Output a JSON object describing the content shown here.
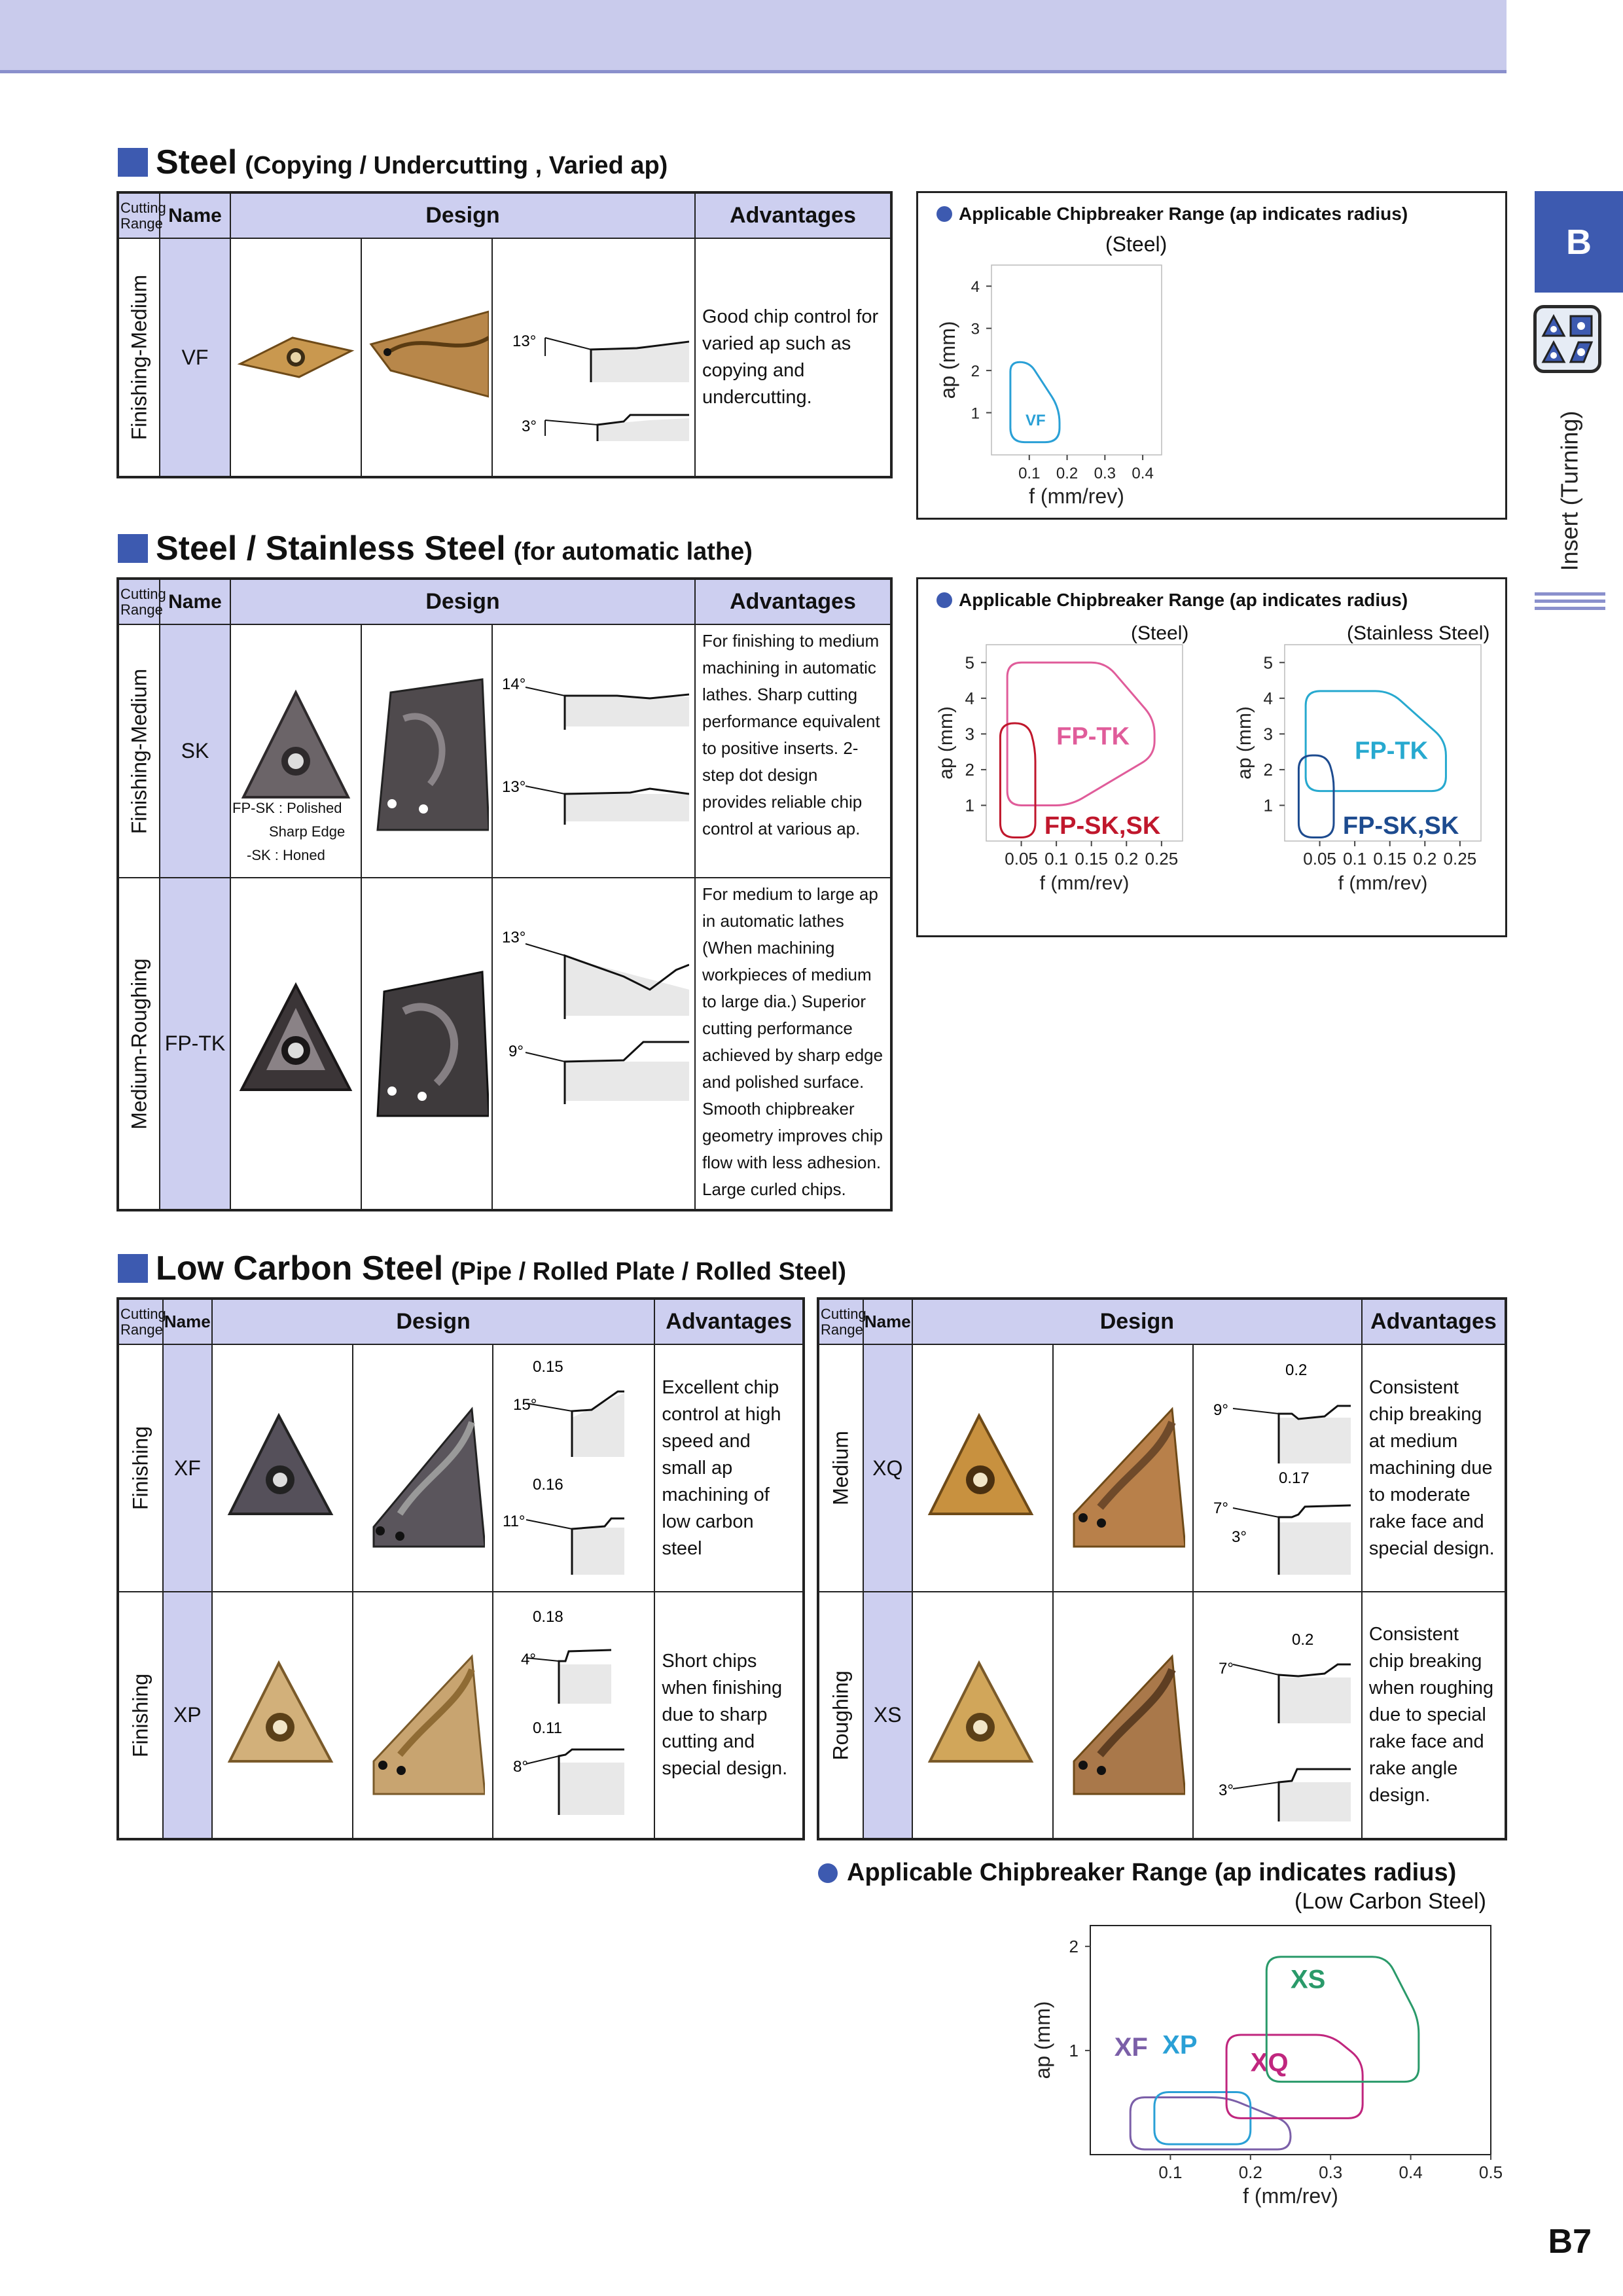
{
  "side_tab": {
    "letter": "B",
    "label": "Insert (Turning)",
    "icon": "insert-shapes-icon"
  },
  "headers": {
    "cutting_range": [
      "Cutting",
      "Range"
    ],
    "name": "Name",
    "design": "Design",
    "advantages": "Advantages"
  },
  "section1": {
    "title": "Steel",
    "subtitle": "(Copying / Undercutting , Varied ap)",
    "rows": [
      {
        "range": "Finishing-Medium",
        "name": "VF",
        "angles": [
          "13°",
          "3°"
        ],
        "advantages": "Good chip control for varied ap such as copying and undercutting."
      }
    ]
  },
  "section2": {
    "title": "Steel / Stainless Steel",
    "subtitle": "(for automatic lathe)",
    "rows": [
      {
        "range": "Finishing-Medium",
        "name": "SK",
        "angles": [
          "14°",
          "13°"
        ],
        "notes": [
          "FP-SK : Polished",
          "Sharp Edge",
          "-SK : Honed"
        ],
        "advantages": "For finishing to medium machining in automatic lathes. Sharp cutting performance equivalent to positive inserts. 2-step dot design provides reliable chip control at various ap."
      },
      {
        "range": "Medium-Roughing",
        "name": "FP-TK",
        "angles": [
          "13°",
          "9°"
        ],
        "advantages": "For medium to large ap in automatic lathes (When machining workpieces of medium to large dia.) Superior cutting performance achieved by sharp edge and polished surface. Smooth chipbreaker geometry improves chip flow with less adhesion. Large curled chips."
      }
    ]
  },
  "section3": {
    "title": "Low Carbon Steel",
    "subtitle": "(Pipe / Rolled Plate / Rolled Steel)",
    "left_rows": [
      {
        "range": "Finishing",
        "name": "XF",
        "dims": [
          "0.15",
          "0.16"
        ],
        "angles": [
          "15°",
          "11°"
        ],
        "advantages": "Excellent chip control at high speed and small ap machining of low carbon steel"
      },
      {
        "range": "Finishing",
        "name": "XP",
        "dims": [
          "0.18",
          "0.11"
        ],
        "angles": [
          "4°",
          "8°"
        ],
        "advantages": "Short chips when finishing due to sharp cutting and special design."
      }
    ],
    "right_rows": [
      {
        "range": "Medium",
        "name": "XQ",
        "dims": [
          "0.2",
          "0.17"
        ],
        "angles": [
          "9°",
          "7°",
          "3°"
        ],
        "advantages": "Consistent chip breaking at medium machining due to moderate rake face and special design."
      },
      {
        "range": "Roughing",
        "name": "XS",
        "dims": [
          "0.2"
        ],
        "angles": [
          "7°",
          "3°"
        ],
        "advantages": "Consistent chip breaking when roughing due to special rake face and rake angle design."
      }
    ]
  },
  "chart1": {
    "header": "Applicable Chipbreaker Range (ap indicates radius)",
    "material": "(Steel)"
  },
  "chart2": {
    "header": "Applicable Chipbreaker Range (ap indicates radius)",
    "materials": [
      "(Steel)",
      "(Stainless Steel)"
    ]
  },
  "chart3": {
    "header": "Applicable Chipbreaker Range (ap indicates radius)",
    "material": "(Low Carbon Steel)"
  },
  "chart_data": [
    {
      "type": "area",
      "title": "(Steel)",
      "xlabel": "f (mm/rev)",
      "ylabel": "ap (mm)",
      "xticks": [
        "0.1",
        "0.2",
        "0.3",
        "0.4"
      ],
      "yticks": [
        "1",
        "2",
        "3",
        "4"
      ],
      "xlim": [
        0,
        0.45
      ],
      "ylim": [
        0,
        4.5
      ],
      "series": [
        {
          "name": "VF",
          "color": "#2aa0d6",
          "polygon": [
            [
              0.05,
              2.2
            ],
            [
              0.1,
              2.2
            ],
            [
              0.18,
              1.1
            ],
            [
              0.18,
              0.3
            ],
            [
              0.05,
              0.3
            ]
          ],
          "label_at": [
            0.09,
            0.7
          ]
        }
      ]
    },
    {
      "type": "area",
      "title": "(Steel)",
      "xlabel": "f (mm/rev)",
      "ylabel": "ap (mm)",
      "xticks": [
        "0.05",
        "0.1",
        "0.15",
        "0.2",
        "0.25"
      ],
      "yticks": [
        "1",
        "2",
        "3",
        "4",
        "5"
      ],
      "xlim": [
        0,
        0.28
      ],
      "ylim": [
        0,
        5.5
      ],
      "series": [
        {
          "name": "FP-TK",
          "color": "#e05c9a",
          "polygon": [
            [
              0.03,
              5
            ],
            [
              0.17,
              5
            ],
            [
              0.24,
              3.4
            ],
            [
              0.24,
              2.4
            ],
            [
              0.12,
              1
            ],
            [
              0.03,
              1
            ]
          ],
          "label_at": [
            0.1,
            2.7
          ]
        },
        {
          "name": "FP-SK,SK",
          "color": "#c0172c",
          "polygon": [
            [
              0.02,
              3.3
            ],
            [
              0.06,
              3.3
            ],
            [
              0.07,
              2.6
            ],
            [
              0.07,
              0.1
            ],
            [
              0.02,
              0.1
            ]
          ],
          "label_at": [
            0.083,
            0.2
          ]
        }
      ]
    },
    {
      "type": "area",
      "title": "(Stainless Steel)",
      "xlabel": "f (mm/rev)",
      "ylabel": "ap (mm)",
      "xticks": [
        "0.05",
        "0.1",
        "0.15",
        "0.2",
        "0.25"
      ],
      "yticks": [
        "1",
        "2",
        "3",
        "4",
        "5"
      ],
      "xlim": [
        0,
        0.28
      ],
      "ylim": [
        0,
        5.5
      ],
      "series": [
        {
          "name": "FP-TK",
          "color": "#27a9cf",
          "polygon": [
            [
              0.03,
              4.2
            ],
            [
              0.15,
              4.2
            ],
            [
              0.23,
              2.8
            ],
            [
              0.23,
              1.4
            ],
            [
              0.03,
              1.4
            ]
          ],
          "label_at": [
            0.1,
            2.3
          ]
        },
        {
          "name": "FP-SK,SK",
          "color": "#1d4b8f",
          "polygon": [
            [
              0.02,
              2.4
            ],
            [
              0.06,
              2.4
            ],
            [
              0.07,
              1.8
            ],
            [
              0.07,
              0.1
            ],
            [
              0.02,
              0.1
            ]
          ],
          "label_at": [
            0.083,
            0.2
          ]
        }
      ]
    },
    {
      "type": "area",
      "title": "(Low Carbon Steel)",
      "xlabel": "f (mm/rev)",
      "ylabel": "ap (mm)",
      "xticks": [
        "0.1",
        "0.2",
        "0.3",
        "0.4",
        "0.5"
      ],
      "yticks": [
        "1",
        "2"
      ],
      "xlim": [
        0,
        0.5
      ],
      "ylim": [
        0,
        2.2
      ],
      "series": [
        {
          "name": "XF",
          "color": "#7b5fa8",
          "polygon": [
            [
              0.05,
              0.55
            ],
            [
              0.17,
              0.55
            ],
            [
              0.25,
              0.3
            ],
            [
              0.25,
              0.05
            ],
            [
              0.05,
              0.05
            ]
          ],
          "label_at": [
            0.03,
            0.95
          ]
        },
        {
          "name": "XP",
          "color": "#2aa0d6",
          "polygon": [
            [
              0.08,
              0.6
            ],
            [
              0.2,
              0.6
            ],
            [
              0.2,
              0.1
            ],
            [
              0.08,
              0.1
            ]
          ],
          "label_at": [
            0.09,
            0.97
          ]
        },
        {
          "name": "XQ",
          "color": "#c0267e",
          "polygon": [
            [
              0.17,
              1.15
            ],
            [
              0.3,
              1.15
            ],
            [
              0.34,
              0.9
            ],
            [
              0.34,
              0.35
            ],
            [
              0.17,
              0.35
            ]
          ],
          "label_at": [
            0.2,
            0.8
          ]
        },
        {
          "name": "XS",
          "color": "#2a9a6a",
          "polygon": [
            [
              0.22,
              1.9
            ],
            [
              0.37,
              1.9
            ],
            [
              0.41,
              1.3
            ],
            [
              0.41,
              0.7
            ],
            [
              0.22,
              0.7
            ]
          ],
          "label_at": [
            0.25,
            1.6
          ]
        }
      ]
    }
  ],
  "page_number": "B7"
}
